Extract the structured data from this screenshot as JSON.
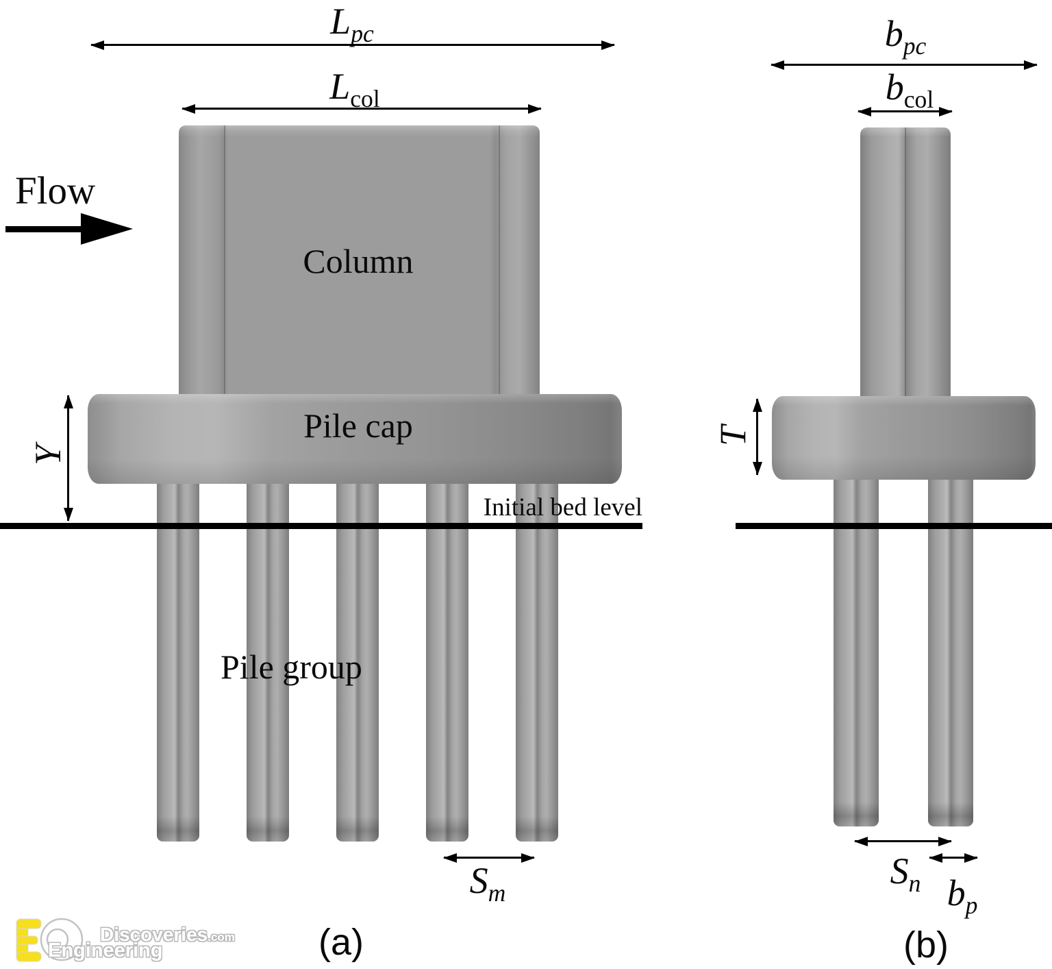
{
  "view_a": {
    "caption": "(a)",
    "flow_label": "Flow",
    "part_labels": {
      "column": "Column",
      "pile_cap": "Pile cap",
      "pile_group": "Pile group",
      "bed_level": "Initial bed level"
    },
    "dims": {
      "lpc": {
        "base": "L",
        "sub": "pc"
      },
      "lcol": {
        "base": "L",
        "sub": "col"
      },
      "y": "Y",
      "sm": {
        "base": "S",
        "sub": "m"
      }
    }
  },
  "view_b": {
    "caption": "(b)",
    "dims": {
      "bpc": {
        "base": "b",
        "sub": "pc"
      },
      "bcol": {
        "base": "b",
        "sub": "col"
      },
      "t": "T",
      "sn": {
        "base": "S",
        "sub": "n"
      },
      "bp": {
        "base": "b",
        "sub": "p"
      }
    }
  },
  "watermark": {
    "brand_top": "Discoveries",
    "brand_top_suffix": ".com",
    "brand_bottom": "Engineering"
  },
  "colors": {
    "concrete_mid": "#9b9b9b",
    "concrete_highlight": "#b6b6b6",
    "concrete_shadow": "#7d7d7d",
    "ink": "#000000",
    "logo_yellow": "#f6df1f"
  }
}
